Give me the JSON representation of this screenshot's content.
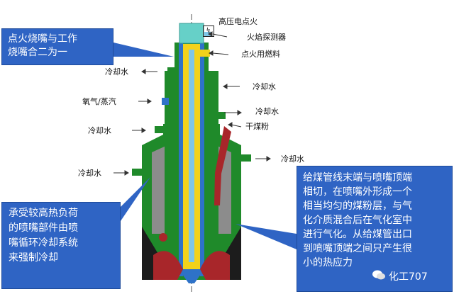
{
  "labels": {
    "high_voltage_ignition": "高压电点火",
    "flame_detector": "火焰探测器",
    "ignition_fuel": "点火用燃料",
    "cooling_water": "冷却水",
    "oxygen_steam": "氧气/蒸汽",
    "dry_coal_powder": "干煤粉",
    "symbol": "↯"
  },
  "callouts": {
    "top": [
      "点火烧嘴与工作",
      "烧嘴合二为一"
    ],
    "left": [
      "承受较高热负荷",
      "的喷嘴部件由喷",
      "嘴循环冷却系统",
      "来强制冷却"
    ],
    "right": [
      "给煤管线末端与喷嘴顶端",
      "相切，在喷嘴外形成一个",
      "相当均匀的煤粉层，与气",
      "化介质混合后在气化室中",
      "进行气化。从给煤管出口",
      "到喷嘴顶端之间只产生很",
      "小的热应力"
    ]
  },
  "watermark": "化工707",
  "colors": {
    "green": "#1f8a2a",
    "dark_green": "#0f5f19",
    "gray": "#8c8c8c",
    "yellow": "#f2d21a",
    "blue": "#2e72c8",
    "light_blue": "#7ec6e8",
    "teal": "#66d0c8",
    "red": "#a8262a",
    "black": "#1c1c1c",
    "callout": "#2f64c4"
  }
}
